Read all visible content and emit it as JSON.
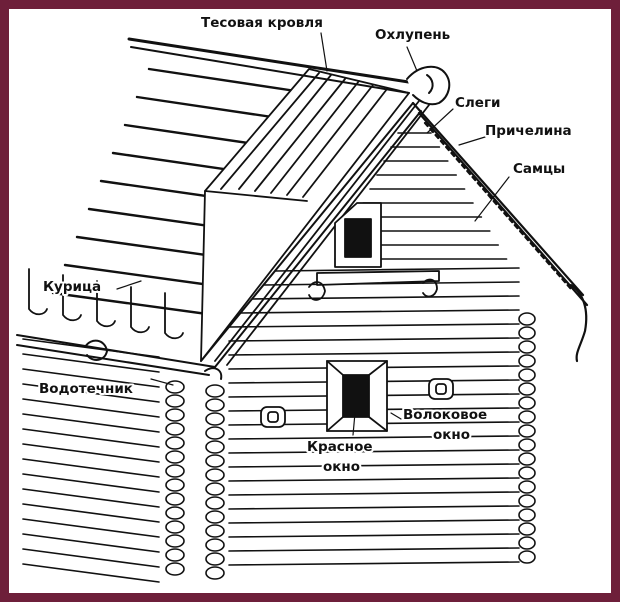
{
  "labels": {
    "tesovaya_krovlya": "Тесовая кровля",
    "okhlupen": "Охлупень",
    "slegi": "Слеги",
    "prichelina": "Причелина",
    "samtsy": "Самцы",
    "kuritsa": "Курица",
    "vodotechnik": "Водотечник",
    "krasnoe_okno_line1": "Красное",
    "krasnoe_okno_line2": "окно",
    "volokovoe_okno_line1": "Волоковое",
    "volokovoe_okno_line2": "окно"
  },
  "colors": {
    "frame": "#6e1f3a",
    "background": "#ffffff",
    "ink": "#111111"
  }
}
